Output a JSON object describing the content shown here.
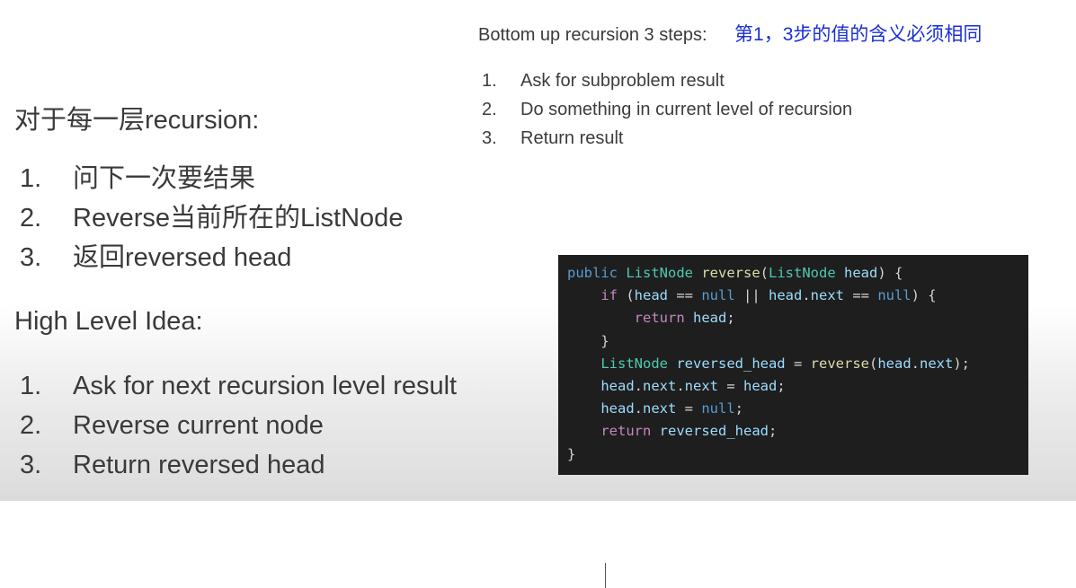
{
  "top_header": {
    "label": "Bottom up recursion 3 steps:",
    "note": "第1，3步的值的含义必须相同"
  },
  "small_steps": [
    {
      "num": "1.",
      "text": "Ask for subproblem result"
    },
    {
      "num": "2.",
      "text": "Do something in current level of recursion"
    },
    {
      "num": "3.",
      "text": "Return result"
    }
  ],
  "section1": {
    "heading": "对于每一层recursion:",
    "items": [
      {
        "num": "1.",
        "text": "问下一次要结果"
      },
      {
        "num": "2.",
        "text": "Reverse当前所在的ListNode"
      },
      {
        "num": "3.",
        "text": "返回reversed head"
      }
    ]
  },
  "section2": {
    "heading": "High Level Idea:",
    "items": [
      {
        "num": "1.",
        "text": "Ask for next recursion level result"
      },
      {
        "num": "2.",
        "text": "Reverse current node"
      },
      {
        "num": "3.",
        "text": "Return reversed head"
      }
    ]
  },
  "code": {
    "tokens": {
      "public": "public",
      "listnode": "ListNode",
      "reverse": "reverse",
      "head": "head",
      "if": "if",
      "null": "null",
      "next": "next",
      "return": "return",
      "reversed_head": "reversed_head"
    }
  },
  "colors": {
    "note_blue": "#1a2fd6",
    "code_bg": "#1e1e1e",
    "keyword": "#569cd6",
    "control": "#c586c0",
    "type": "#4ec9b0",
    "function": "#dcdcaa",
    "variable": "#9cdcfe"
  }
}
